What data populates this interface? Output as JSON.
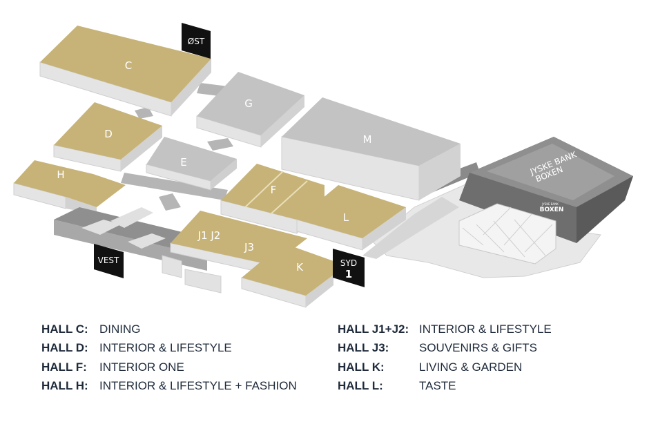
{
  "map": {
    "halls": {
      "C": "C",
      "D": "D",
      "E": "E",
      "F": "F",
      "G": "G",
      "H": "H",
      "J1J2": "J1 J2",
      "J3": "J3",
      "K": "K",
      "L": "L",
      "M": "M"
    },
    "gates": {
      "ost": "ØST",
      "vest": "VEST",
      "syd_line1": "SYD",
      "syd_line2": "1"
    },
    "arena": {
      "name_line1": "JYSKE BANK",
      "name_line2": "BOXEN",
      "logo_small": "JYSKE BANK",
      "logo_big": "BOXEN"
    },
    "colors": {
      "exhibition_hall": "#c7b377",
      "other_building": "#c3c3c3",
      "gate": "#111111",
      "arena": "#8f8f8f"
    }
  },
  "legend": {
    "left": [
      {
        "hall": "HALL C:",
        "desc": "DINING"
      },
      {
        "hall": "HALL D:",
        "desc": "INTERIOR & LIFESTYLE"
      },
      {
        "hall": "HALL F:",
        "desc": "INTERIOR ONE"
      },
      {
        "hall": "HALL H:",
        "desc": "INTERIOR & LIFESTYLE + FASHION"
      }
    ],
    "right": [
      {
        "hall": "HALL J1+J2:",
        "desc": "INTERIOR & LIFESTYLE"
      },
      {
        "hall": "HALL J3:",
        "desc": "SOUVENIRS & GIFTS"
      },
      {
        "hall": "HALL K:",
        "desc": "LIVING & GARDEN"
      },
      {
        "hall": "HALL L:",
        "desc": "TASTE"
      }
    ]
  }
}
